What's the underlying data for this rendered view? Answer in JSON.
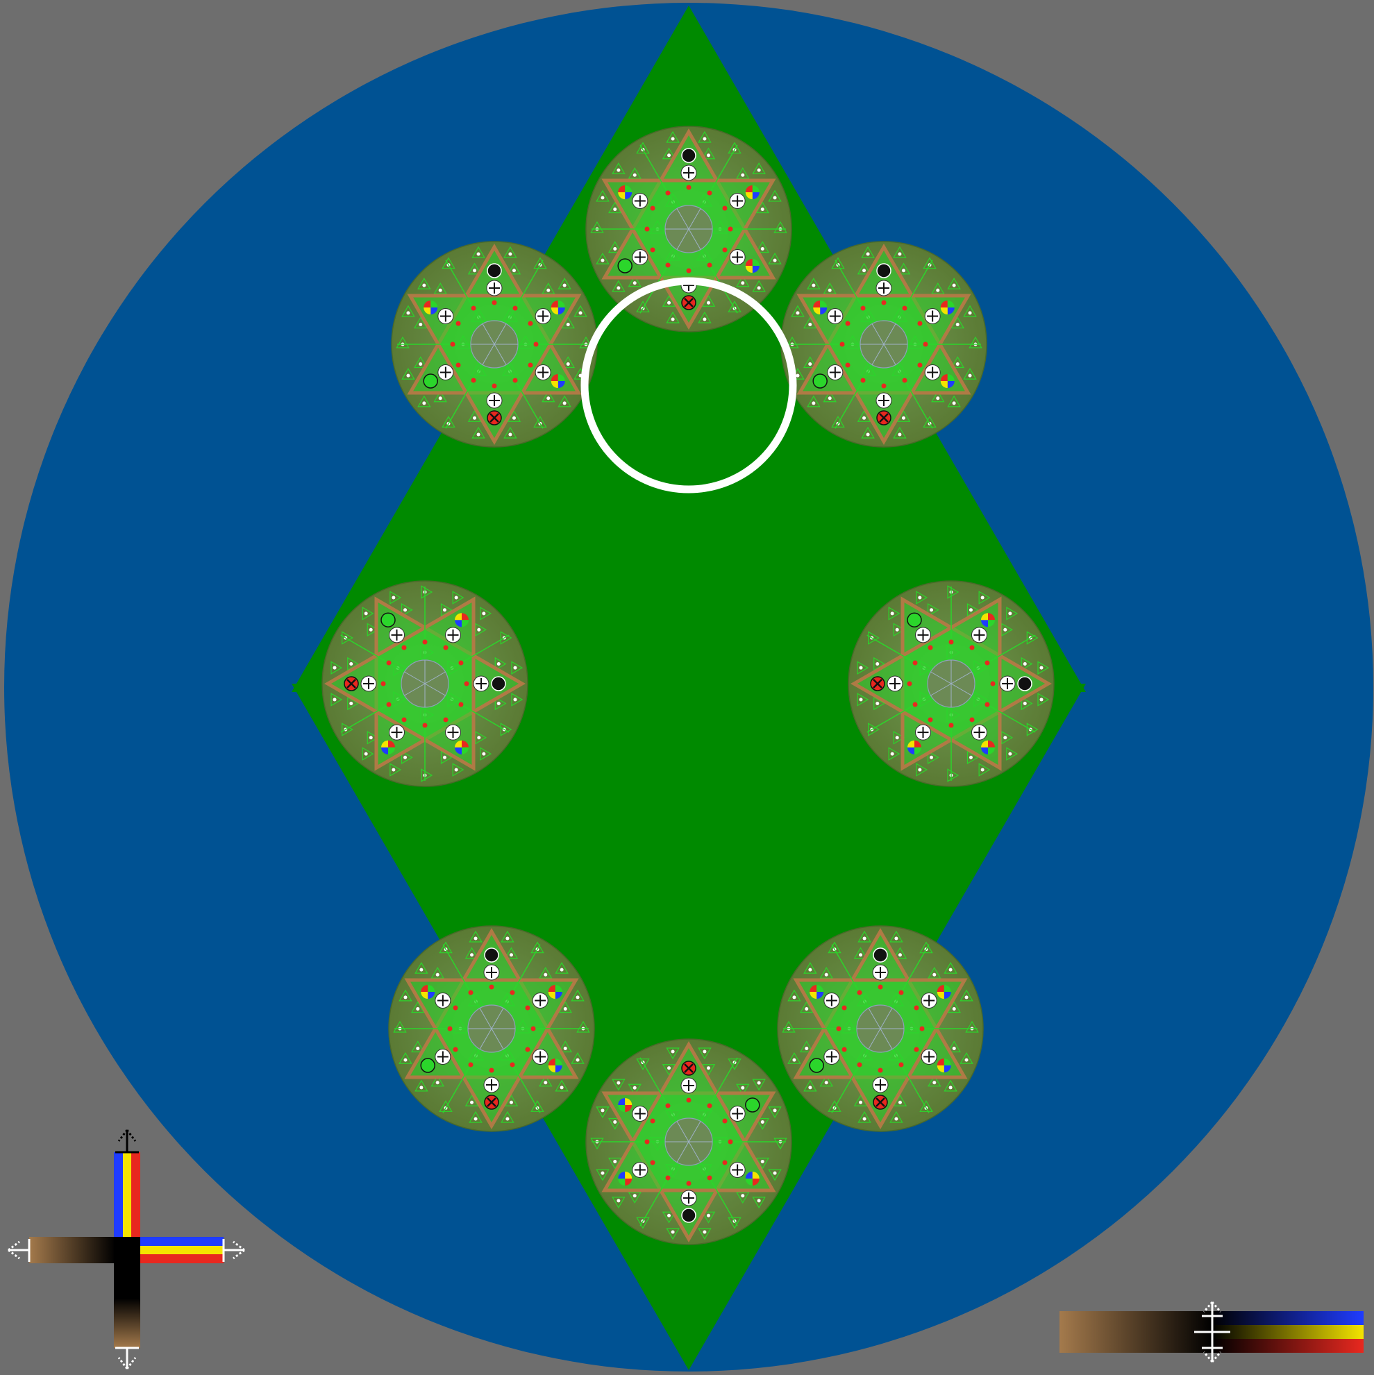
{
  "colors": {
    "background": "#6e6e6e",
    "board_circle": "#005293",
    "star": "#008a00",
    "medallion_base": "#5d7f36",
    "lattice": "#b07a45",
    "inner_green": "#2bd62b",
    "node_white": "#ffffff",
    "node_red": "#e8281f",
    "node_black": "#111111",
    "tan": "#a47a4c",
    "blue_stripe": "#1f3cff",
    "yellow_stripe": "#f4e400",
    "red_stripe": "#e8281f",
    "cursor_ring": "#ffffff"
  },
  "board": {
    "medallions": [
      {
        "id": "top",
        "rotation": 0
      },
      {
        "id": "upper-left",
        "rotation": 0
      },
      {
        "id": "upper-right",
        "rotation": 0
      },
      {
        "id": "middle-left",
        "rotation": 90
      },
      {
        "id": "middle-right",
        "rotation": 90
      },
      {
        "id": "lower-left",
        "rotation": 0
      },
      {
        "id": "lower-right",
        "rotation": 0
      },
      {
        "id": "bottom",
        "rotation": 180
      }
    ],
    "empty_slot": "center-top",
    "selected_slot": "center-top"
  },
  "controls": {
    "cross_control": {
      "icon": "direction-cross-icon"
    },
    "slider_control": {
      "icon": "crosshair-slider-icon",
      "level": 0.56
    }
  }
}
